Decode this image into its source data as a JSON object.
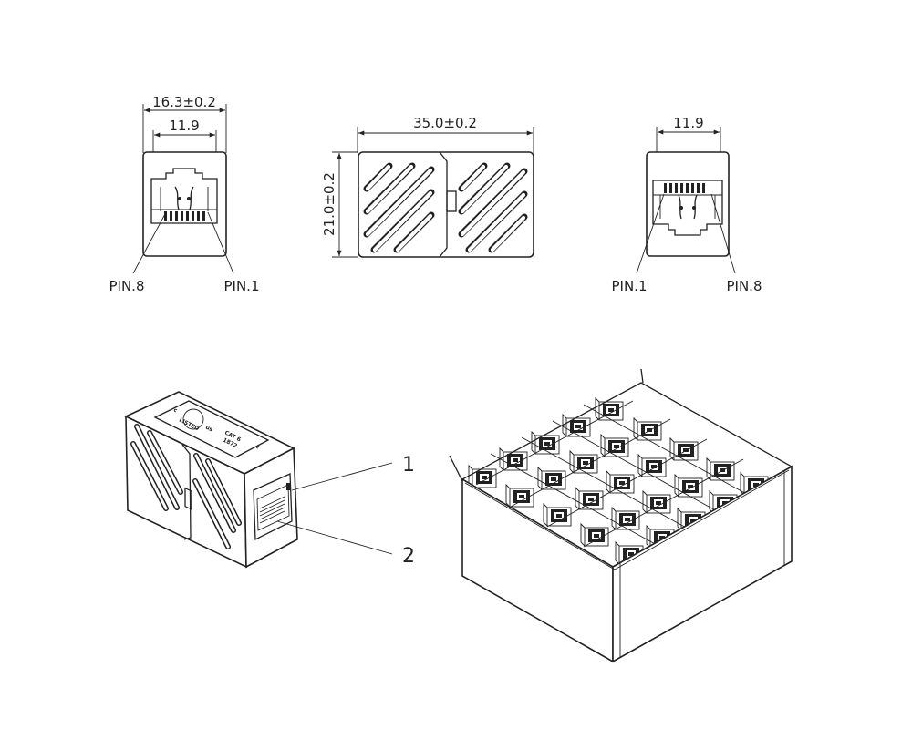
{
  "dimensions": {
    "front_width_outer": "16.3±0.2",
    "front_width_inner": "11.9",
    "side_length": "35.0±0.2",
    "side_height": "21.0±0.2",
    "rear_width_inner": "11.9"
  },
  "pin_labels": {
    "front_left": "PIN.8",
    "front_right": "PIN.1",
    "rear_left": "PIN.1",
    "rear_right": "PIN.8"
  },
  "callouts": [
    "1",
    "2"
  ],
  "label_text": {
    "listed": "LISTED",
    "us": "us",
    "c": "c",
    "cat": "CAT 6",
    "code": "1872"
  }
}
